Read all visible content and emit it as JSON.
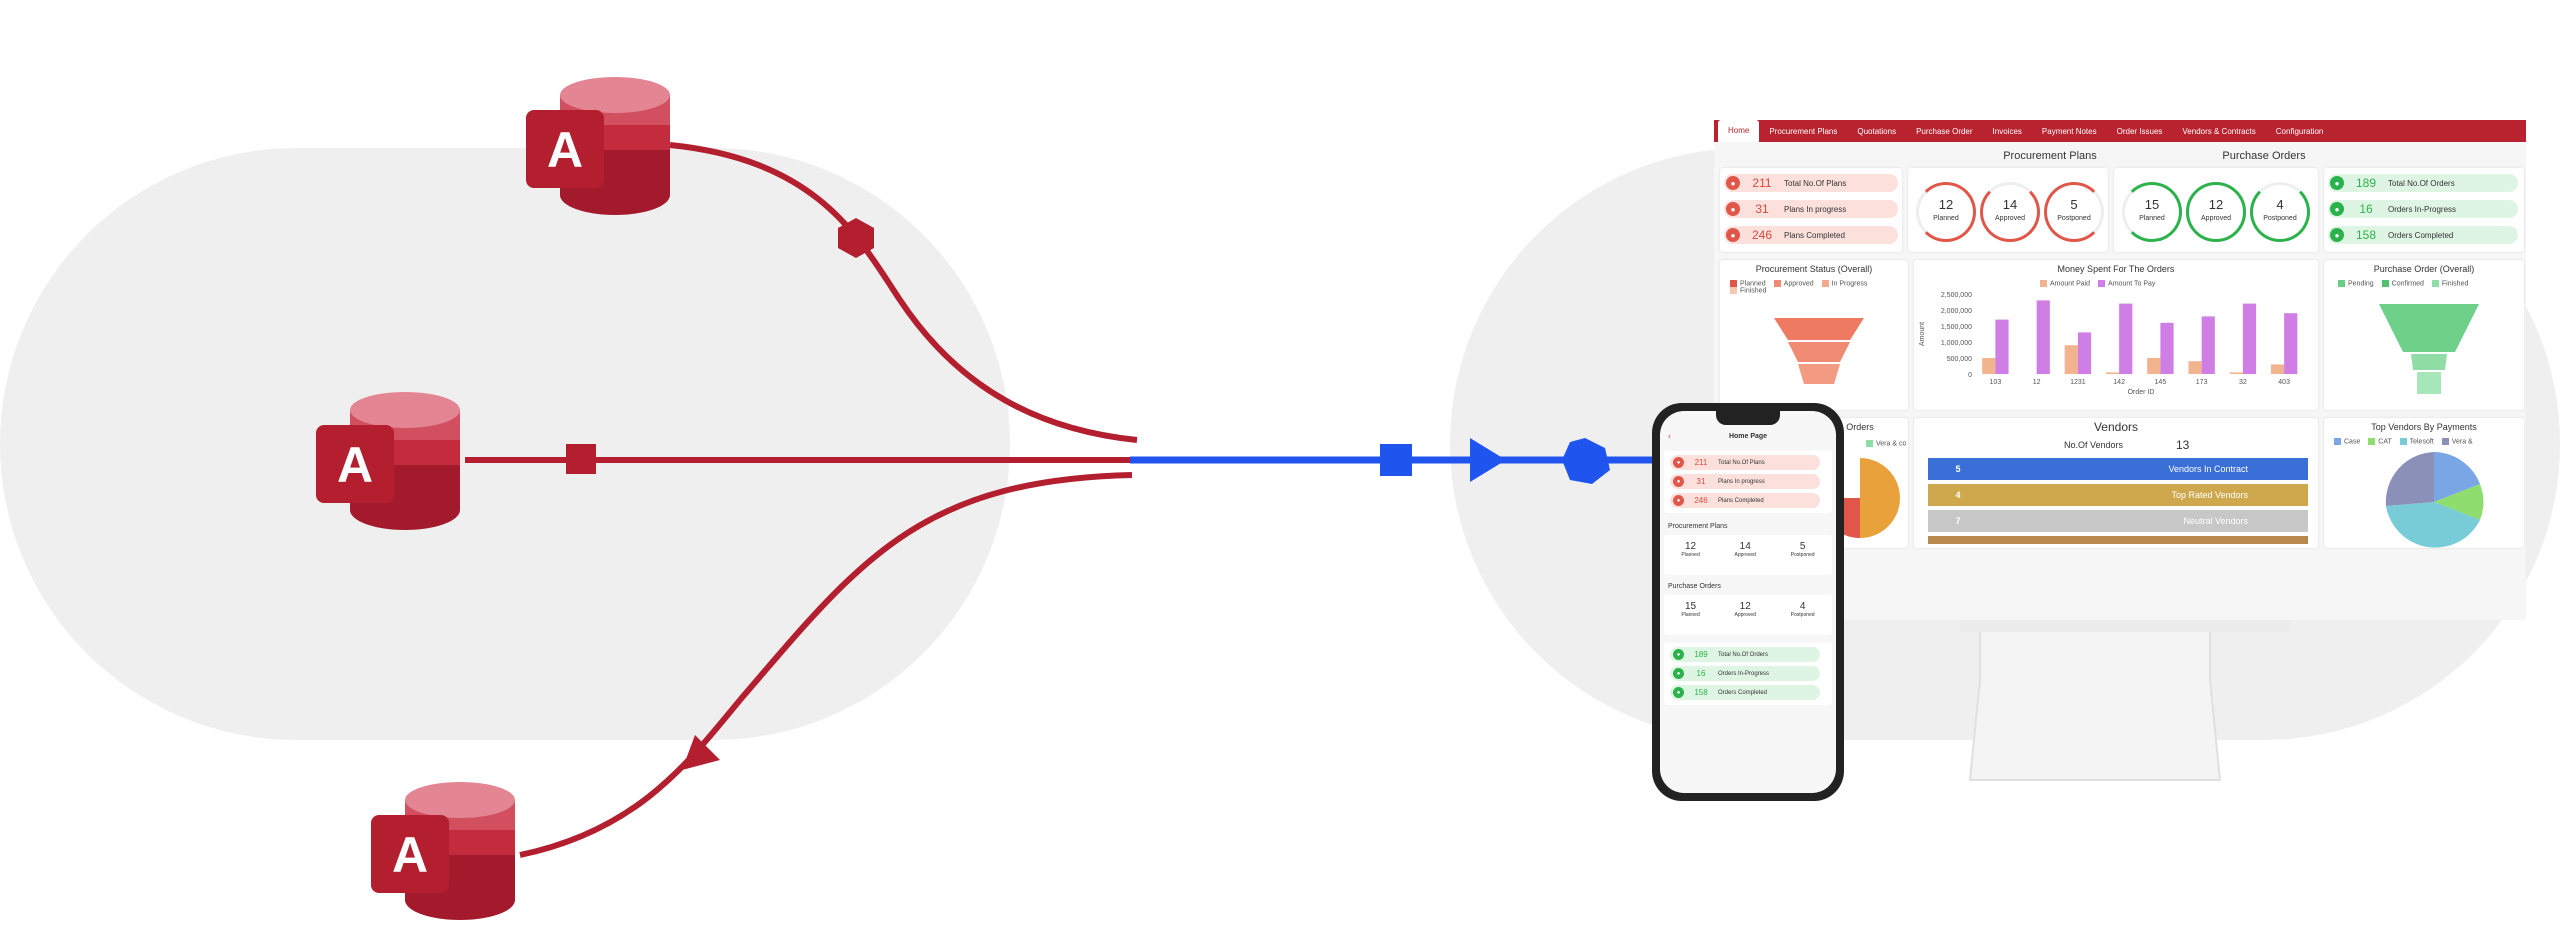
{
  "colors": {
    "access_red": "#b31f2f",
    "flow_blue": "#1f55ee",
    "brand_red": "#b8232f",
    "accent_green": "#2bb24c",
    "accent_red": "#e0574a"
  },
  "db_icon_letter": "A",
  "dashboard": {
    "menu": [
      "Home",
      "Procurement Plans",
      "Quotations",
      "Purchase Order",
      "Invoices",
      "Payment Notes",
      "Order Issues",
      "Vendors & Contracts",
      "Configuration"
    ],
    "procurement_plans_title": "Procurement Plans",
    "purchase_orders_title": "Purchase Orders",
    "plan_stats": [
      {
        "value": "211",
        "label": "Total No.Of Plans"
      },
      {
        "value": "31",
        "label": "Plans In progress"
      },
      {
        "value": "246",
        "label": "Plans Completed"
      }
    ],
    "plan_rings": [
      {
        "value": "12",
        "label": "Planned"
      },
      {
        "value": "14",
        "label": "Approved"
      },
      {
        "value": "5",
        "label": "Postponed"
      }
    ],
    "order_rings": [
      {
        "value": "15",
        "label": "Planned"
      },
      {
        "value": "12",
        "label": "Approved"
      },
      {
        "value": "4",
        "label": "Postponed"
      }
    ],
    "order_stats": [
      {
        "value": "189",
        "label": "Total No.Of Orders"
      },
      {
        "value": "16",
        "label": "Orders In-Progress"
      },
      {
        "value": "158",
        "label": "Orders Completed"
      }
    ],
    "procurement_status_title": "Procurement Status (Overall)",
    "procurement_status_legend": [
      "Planned",
      "Approved",
      "In Progress",
      "Finished"
    ],
    "money_title": "Money Spent For The Orders",
    "money_legend": [
      "Amount Paid",
      "Amount To Pay"
    ],
    "money_xlabel": "Order ID",
    "money_ylabel": "Amount",
    "purchase_order_title": "Purchase Order (Overall)",
    "purchase_order_legend": [
      "Pending",
      "Confirmed",
      "Finished"
    ],
    "partial_orders_title": "Orders",
    "partial_legend": "Vera & co",
    "vendors_title": "Vendors",
    "vendors_count_label": "No.Of Vendors",
    "vendors_count": "13",
    "vendor_bars": [
      {
        "value": "5",
        "label": "Vendors In Contract"
      },
      {
        "value": "4",
        "label": "Top Rated Vendors"
      },
      {
        "value": "7",
        "label": "Neutral Vendors"
      }
    ],
    "top_vendors_title": "Top Vendors By Payments",
    "top_vendors_legend": [
      "Case",
      "CAT",
      "Telesoft",
      "Vera &"
    ]
  },
  "chart_data": {
    "type": "bar",
    "title": "Money Spent For The Orders",
    "xlabel": "Order ID",
    "ylabel": "Amount",
    "categories": [
      "103",
      "12",
      "1231",
      "142",
      "145",
      "173",
      "32",
      "403"
    ],
    "ylim": [
      0,
      2500000
    ],
    "yticks": [
      "2,500,000",
      "2,000,000",
      "1,500,000",
      "1,000,000",
      "500,000",
      "0"
    ],
    "series": [
      {
        "name": "Amount Paid",
        "color": "#f2b48e",
        "values": [
          500000,
          0,
          900000,
          50000,
          500000,
          400000,
          50000,
          300000
        ]
      },
      {
        "name": "Amount To Pay",
        "color": "#cf7ee6",
        "values": [
          1700000,
          2300000,
          1300000,
          2200000,
          1600000,
          1800000,
          2200000,
          1900000
        ]
      }
    ]
  },
  "phone": {
    "title": "Home Page",
    "plan_stats": [
      {
        "value": "211",
        "label": "Total No.Of Plans"
      },
      {
        "value": "31",
        "label": "Plans In progress"
      },
      {
        "value": "246",
        "label": "Plans Completed"
      }
    ],
    "procurement_plans_title": "Procurement Plans",
    "plan_rings": [
      {
        "value": "12",
        "label": "Planned"
      },
      {
        "value": "14",
        "label": "Approved"
      },
      {
        "value": "5",
        "label": "Postponed"
      }
    ],
    "purchase_orders_title": "Purchase Orders",
    "order_rings": [
      {
        "value": "15",
        "label": "Planned"
      },
      {
        "value": "12",
        "label": "Approved"
      },
      {
        "value": "4",
        "label": "Postponed"
      }
    ],
    "order_stats": [
      {
        "value": "189",
        "label": "Total No.Of Orders"
      },
      {
        "value": "16",
        "label": "Orders In-Progress"
      },
      {
        "value": "158",
        "label": "Orders Completed"
      }
    ]
  }
}
